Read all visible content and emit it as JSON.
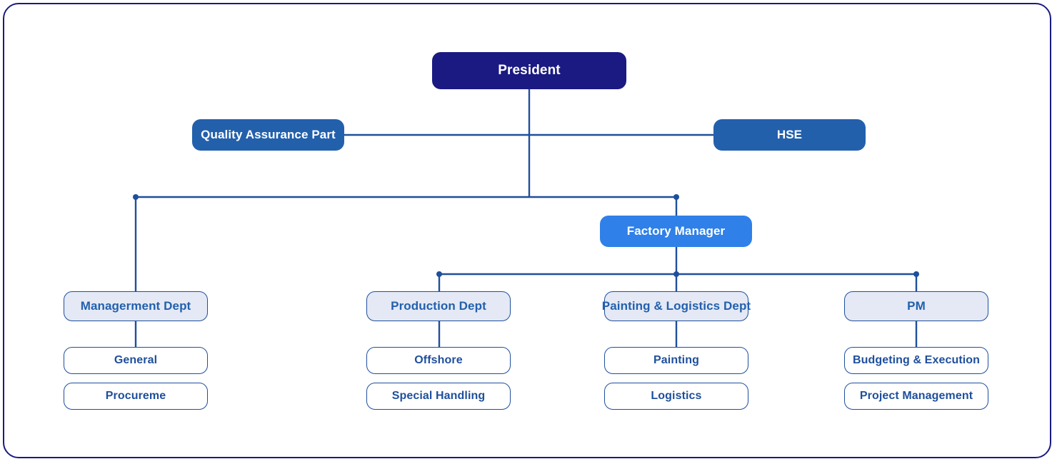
{
  "frame": {
    "border_color": "#1a1a82",
    "background": "#ffffff"
  },
  "palette": {
    "president_bg": "#1a1a82",
    "staff_bg": "#2360ac",
    "manager_bg": "#2f80e8",
    "dept_bg": "#e4e9f5",
    "dept_text": "#2360ac",
    "leaf_bg": "#ffffff",
    "leaf_text": "#1f4f9c",
    "connector": "#1f4f9c"
  },
  "chart_data": {
    "type": "diagram",
    "title": "Organization Chart",
    "nodes": [
      {
        "id": "president",
        "label": "President",
        "level": 1
      },
      {
        "id": "qa",
        "label": "Quality Assurance Part",
        "level": 2
      },
      {
        "id": "hse",
        "label": "HSE",
        "level": 2
      },
      {
        "id": "factory_manager",
        "label": "Factory Manager",
        "level": 3
      },
      {
        "id": "management_dept",
        "label": "Managerment Dept",
        "level": 4
      },
      {
        "id": "production_dept",
        "label": "Production Dept",
        "level": 4
      },
      {
        "id": "painting_logistics_dept",
        "label": "Painting & Logistics Dept",
        "level": 4
      },
      {
        "id": "pm",
        "label": "PM",
        "level": 4
      },
      {
        "id": "general",
        "label": "General",
        "level": 5
      },
      {
        "id": "procureme",
        "label": "Procureme",
        "level": 5
      },
      {
        "id": "offshore",
        "label": "Offshore",
        "level": 5
      },
      {
        "id": "special_handling",
        "label": "Special Handling",
        "level": 5
      },
      {
        "id": "painting",
        "label": "Painting",
        "level": 5
      },
      {
        "id": "logistics",
        "label": "Logistics",
        "level": 5
      },
      {
        "id": "budgeting_execution",
        "label": "Budgeting & Execution",
        "level": 5
      },
      {
        "id": "project_management",
        "label": "Project Management",
        "level": 5
      }
    ],
    "edges": [
      {
        "from": "president",
        "to": "qa"
      },
      {
        "from": "president",
        "to": "hse"
      },
      {
        "from": "president",
        "to": "management_dept"
      },
      {
        "from": "president",
        "to": "factory_manager"
      },
      {
        "from": "factory_manager",
        "to": "production_dept"
      },
      {
        "from": "factory_manager",
        "to": "painting_logistics_dept"
      },
      {
        "from": "factory_manager",
        "to": "pm"
      },
      {
        "from": "management_dept",
        "to": "general"
      },
      {
        "from": "management_dept",
        "to": "procureme"
      },
      {
        "from": "production_dept",
        "to": "offshore"
      },
      {
        "from": "production_dept",
        "to": "special_handling"
      },
      {
        "from": "painting_logistics_dept",
        "to": "painting"
      },
      {
        "from": "painting_logistics_dept",
        "to": "logistics"
      },
      {
        "from": "pm",
        "to": "budgeting_execution"
      },
      {
        "from": "pm",
        "to": "project_management"
      }
    ]
  },
  "labels": {
    "president": "President",
    "qa": "Quality Assurance Part",
    "hse": "HSE",
    "factory_manager": "Factory Manager",
    "management_dept": "Managerment Dept",
    "production_dept": "Production Dept",
    "painting_logistics_dept": "Painting & Logistics Dept",
    "pm": "PM",
    "general": "General",
    "procureme": "Procureme",
    "offshore": "Offshore",
    "special_handling": "Special Handling",
    "painting": "Painting",
    "logistics": "Logistics",
    "budgeting_execution": "Budgeting & Execution",
    "project_management": "Project Management"
  }
}
